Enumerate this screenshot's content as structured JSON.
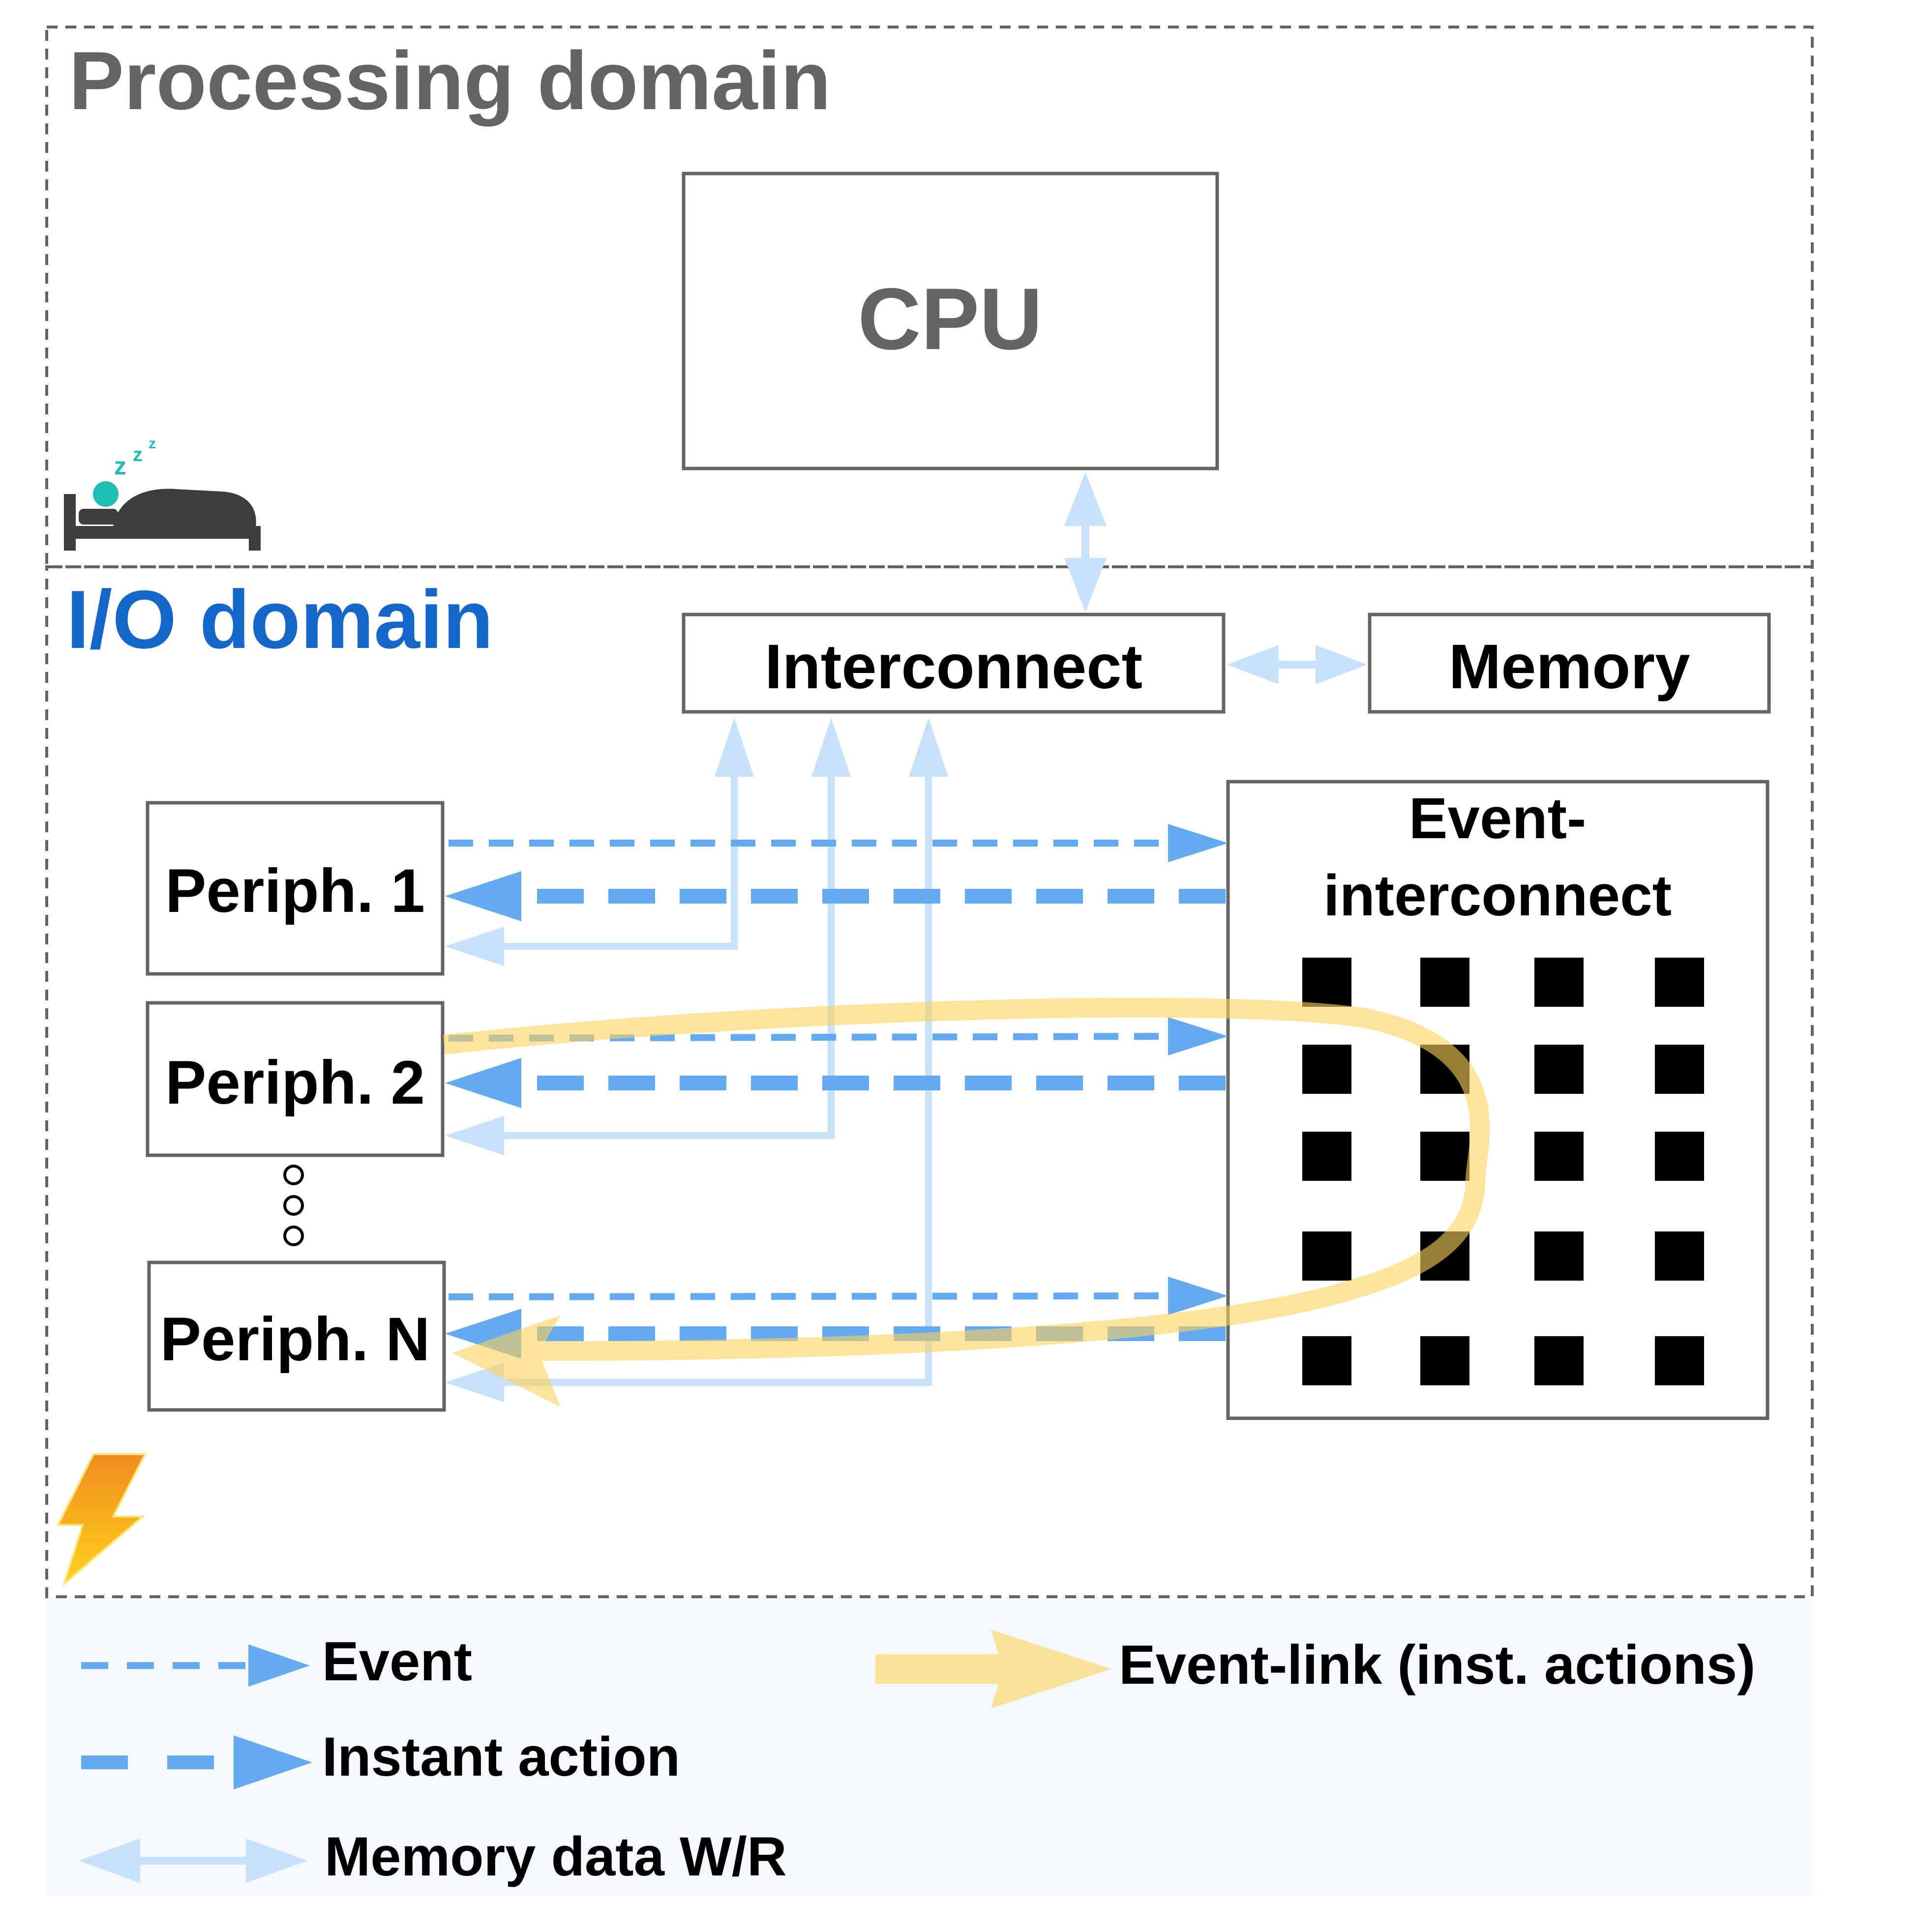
{
  "domains": {
    "processing": "Processing domain",
    "io": "I/O domain"
  },
  "blocks": {
    "cpu": "CPU",
    "interconnect": "Interconnect",
    "memory": "Memory",
    "event_interconnect_line1": "Event-",
    "event_interconnect_line2": "interconnect",
    "periph1": "Periph. 1",
    "periph2": "Periph. 2",
    "periphN": "Periph. N"
  },
  "legend": {
    "event": "Event",
    "instant_action": "Instant action",
    "memory_data": "Memory data W/R",
    "event_link": "Event-link (inst. actions)"
  },
  "icons": {
    "sleep": "sleeping-person-icon",
    "power": "lightning-bolt-icon"
  },
  "colors": {
    "domain_text": "#646464",
    "io_text": "#1466c8",
    "event_blue": "#64aaf0",
    "memory_blue": "#c8e1fa",
    "event_link_yellow": "#fde08a",
    "legend_bg": "#f5f8fc"
  }
}
